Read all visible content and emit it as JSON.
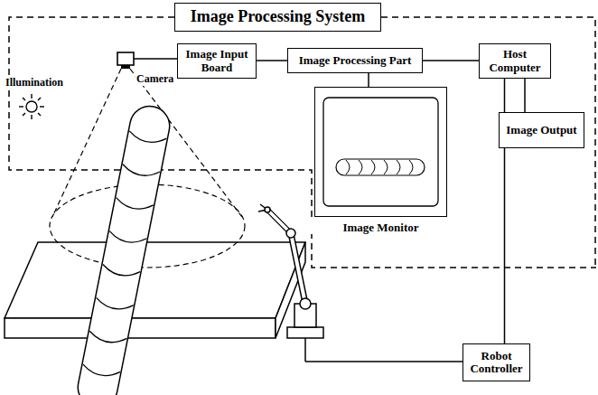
{
  "diagram": {
    "nodes": [
      {
        "text": [
          "Image Processing System"
        ]
      },
      {
        "text": [
          "Image Input Board"
        ]
      },
      {
        "text": [
          "Image Processing Part"
        ]
      },
      {
        "text": [
          "Host Computer"
        ]
      },
      {
        "text": [
          "Image Output"
        ]
      },
      {
        "text": [
          "Image Monitor"
        ]
      },
      {
        "text": [
          "Robot Controller"
        ]
      }
    ],
    "edges": [
      {
        "from": 1,
        "to": 2,
        "arrow": "none"
      },
      {
        "from": 2,
        "to": 3,
        "arrow": "none"
      },
      {
        "from": 2,
        "to": 5,
        "arrow": "none"
      },
      {
        "from": 3,
        "to": 4,
        "arrow": "none"
      },
      {
        "from": 3,
        "to": 6,
        "arrow": "none"
      }
    ],
    "labels": [
      "Illumination",
      "Camera"
    ]
  }
}
